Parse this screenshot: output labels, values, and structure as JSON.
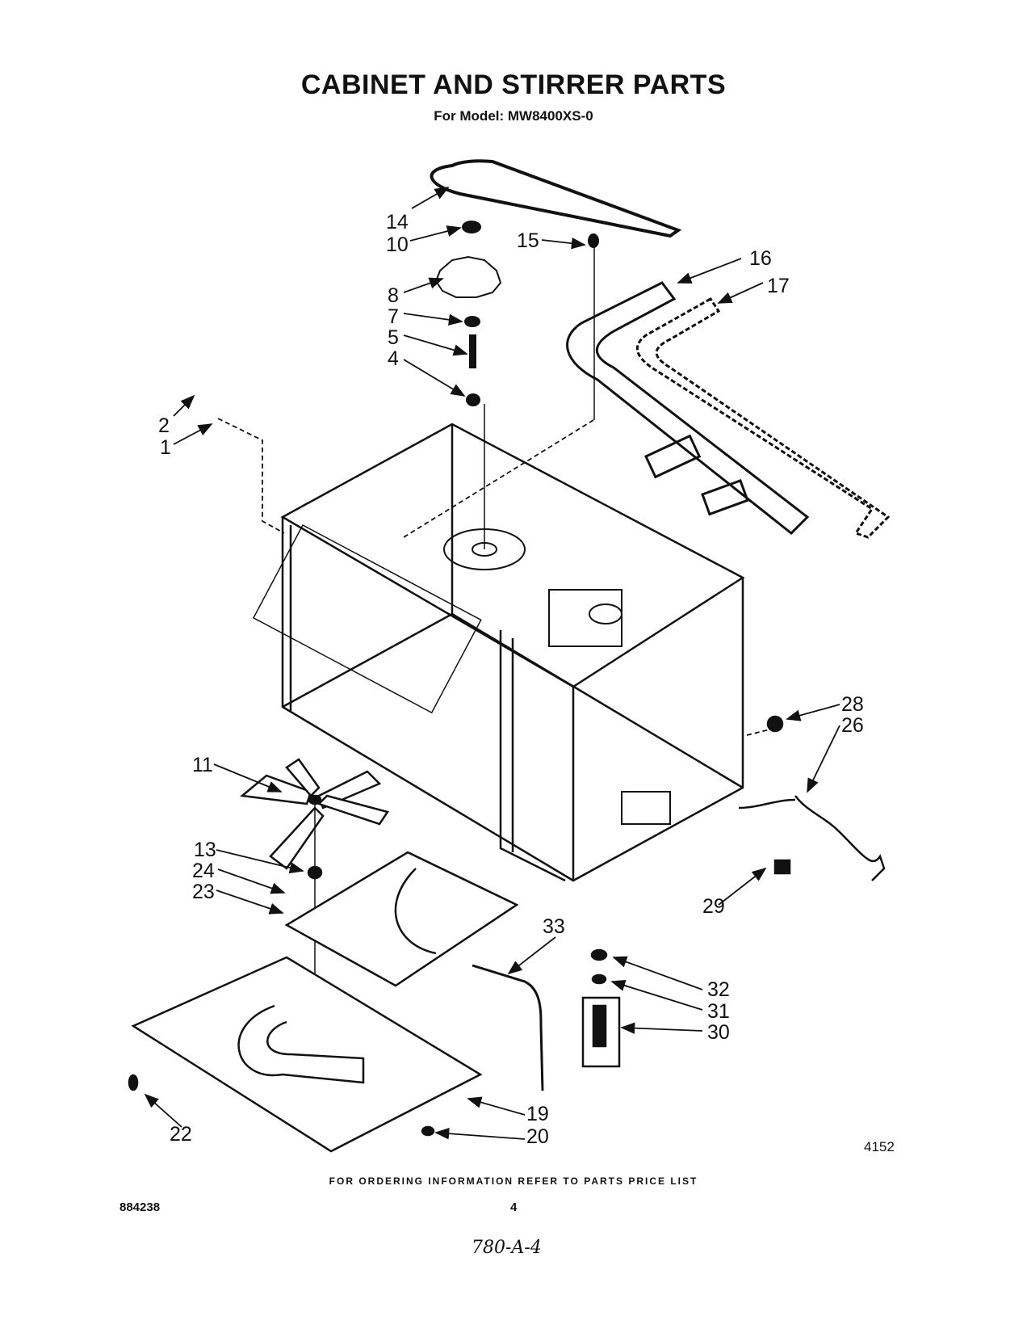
{
  "header": {
    "title": "CABINET AND STIRRER PARTS",
    "model_line": "For Model: MW8400XS-0"
  },
  "callouts": [
    "1",
    "2",
    "4",
    "5",
    "7",
    "8",
    "10",
    "11",
    "13",
    "14",
    "15",
    "16",
    "17",
    "19",
    "20",
    "22",
    "23",
    "24",
    "26",
    "28",
    "29",
    "30",
    "31",
    "32",
    "33"
  ],
  "footer": {
    "ordering_note": "FOR ORDERING INFORMATION REFER TO PARTS PRICE LIST",
    "document_number": "884238",
    "page_number": "4",
    "diagram_code": "4152",
    "handwritten_ref": "780-A-4"
  }
}
